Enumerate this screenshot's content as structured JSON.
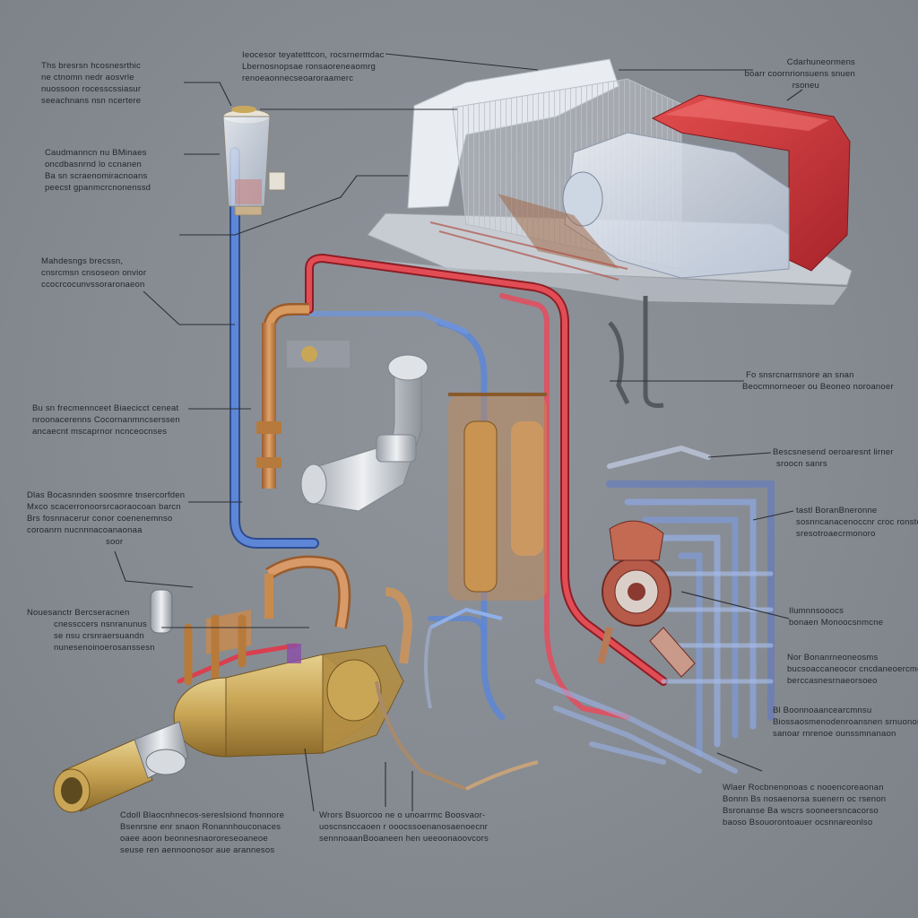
{
  "diagram": {
    "colors": {
      "background": "#868b92",
      "hot_pipe": "#c9343d",
      "cold_pipe": "#4a6fc0",
      "copper": "#c98a4e",
      "brass": "#c8a85a",
      "leader_line": "#2b2f35"
    },
    "components": [
      "reservoir-tank",
      "radiator-core",
      "red-shroud",
      "blower-housing",
      "hot-water-line",
      "cold-water-line",
      "pump-assembly",
      "heat-exchanger-manifold",
      "brass-canister",
      "copper-outlet-pipe"
    ],
    "callouts": [
      {
        "id": "tl-1",
        "lines": [
          "Ths bresrsn hcosnesrthic",
          "ne ctnomn nedr aosvrle",
          "nuossoon rocesscssiasur",
          "seeachnans nsn ncertere"
        ]
      },
      {
        "id": "tl-2",
        "lines": [
          "Caudmanncn nu BMinaes",
          "oncdbasnrnd lo ccnanen",
          "Ba sn scraenomiracnoans",
          "peecst gpanmcrcnonenssd"
        ]
      },
      {
        "id": "tl-3",
        "lines": [
          "Mahdesngs brecssn,",
          "cnsrcmsn cnsoseon onvior",
          "ccocrcocunvssoraronaeon"
        ]
      },
      {
        "id": "ml-1",
        "lines": [
          "Bu sn frecmennceet Biaecicct ceneat",
          "nroonacerenns Cocornanmncserssen",
          "ancaecnt mscaprnor ncnceocnses"
        ]
      },
      {
        "id": "ml-2",
        "lines": [
          "Dlas Bocasnnden soosmre tnsercorfden",
          "Mxco scacerronoorsrcaoraocoan barcn",
          "Brs fosnnacerur conor coenenemnso",
          "coroanrn nucnnnacoanaonaa",
          "soor"
        ]
      },
      {
        "id": "bl-1",
        "lines": [
          "Nouesanctr Bercseracnen",
          "cnessccers nsnranunus",
          "se nsu crsnraersuandn",
          "nunesenoinoerosanssesn"
        ]
      },
      {
        "id": "tc-1",
        "lines": [
          "Ieocesor teyatetttcon, rocsrnermdac",
          "Lbernosnopsae ronsaoreneaomrg",
          "renoeaonnecseoaroraamerc"
        ]
      },
      {
        "id": "tr-1",
        "lines": [
          "Cdarhuneormens",
          "boarr coornrionsuens snuen",
          "rsoneu"
        ]
      },
      {
        "id": "mr-1",
        "lines": [
          "Fo snsrcnarnsnore an snan",
          "Beocmnorneoer ou Beoneo noroanoer"
        ]
      },
      {
        "id": "mr-2",
        "lines": [
          "Bescsnesend oeroaresnt lirner",
          "sroocn sanrs"
        ]
      },
      {
        "id": "mr-3",
        "lines": [
          "tastl BoranBneronne",
          "sosnncanacenoccnr croc ronstore",
          "sresotroaecrmonoro"
        ]
      },
      {
        "id": "br-1",
        "lines": [
          "Ilumnnsooocs",
          "bonaen Monoocsnmcne"
        ]
      },
      {
        "id": "br-2",
        "lines": [
          "Nor Bonanrneoneosms",
          "bucsoaccaneocor cncdaneoercme",
          "berccasnesrnaeorsoeo"
        ]
      },
      {
        "id": "br-3",
        "lines": [
          "Bl Boonnoaancearcmnsu",
          "Biossaosmenodenroansnen srnuonorc",
          "sanoar rnrenoe ounssmnanaon"
        ]
      },
      {
        "id": "br-4",
        "lines": [
          "Wlaer Rocbnenonoas c nooencoreaonan",
          "Bonnn Bs nosaenorsa suenern oc rsenon",
          "Bsronanse Ba wscrs sooneersncacorso",
          "baoso Bsouorontoauer ocsnnareonlso"
        ]
      },
      {
        "id": "bc-1",
        "lines": [
          "Wrors Bsuorcoo ne o unoarrmc Boosvaor-",
          "uoscnsnccaoen r ooocssoenanosaenoecnr",
          "sennnoaanBooaneen hen ueeoonaoovcors"
        ]
      },
      {
        "id": "bb-1",
        "lines": [
          "Cdoll Blaocnhnecos-sereslsiond fnonnore",
          "Bsenrsne enr snaon Ronannhouconaces",
          "oaee aoon beonnesnaororeseoaneoe",
          "seuse ren aennoonosor aue arannesos"
        ]
      }
    ]
  }
}
